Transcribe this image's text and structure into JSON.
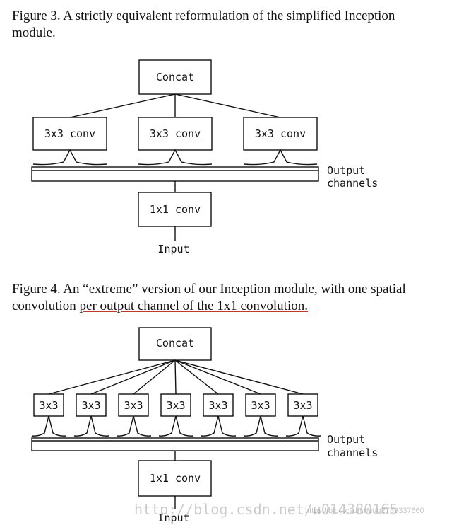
{
  "figure3": {
    "caption": "Figure 3. A strictly equivalent reformulation of the simplified Inception module.",
    "concat_label": "Concat",
    "branch_label": "3x3 conv",
    "pointwise_label": "1x1 conv",
    "channels_label_1": "Output",
    "channels_label_2": "channels",
    "input_label": "Input"
  },
  "figure4": {
    "caption_plain": "Figure 4. An “extreme” version of our Inception module, with one spatial convolution ",
    "caption_underlined": "per output channel of the 1x1 convolution.",
    "concat_label": "Concat",
    "branch_label": "3x3",
    "pointwise_label": "1x1 conv",
    "channels_label_1": "Output",
    "channels_label_2": "channels",
    "input_label": "Input"
  },
  "watermark": "http://blog.csdn.net/u014380165",
  "watermark_faint": "https://blog.csdn.net/q2739337660"
}
